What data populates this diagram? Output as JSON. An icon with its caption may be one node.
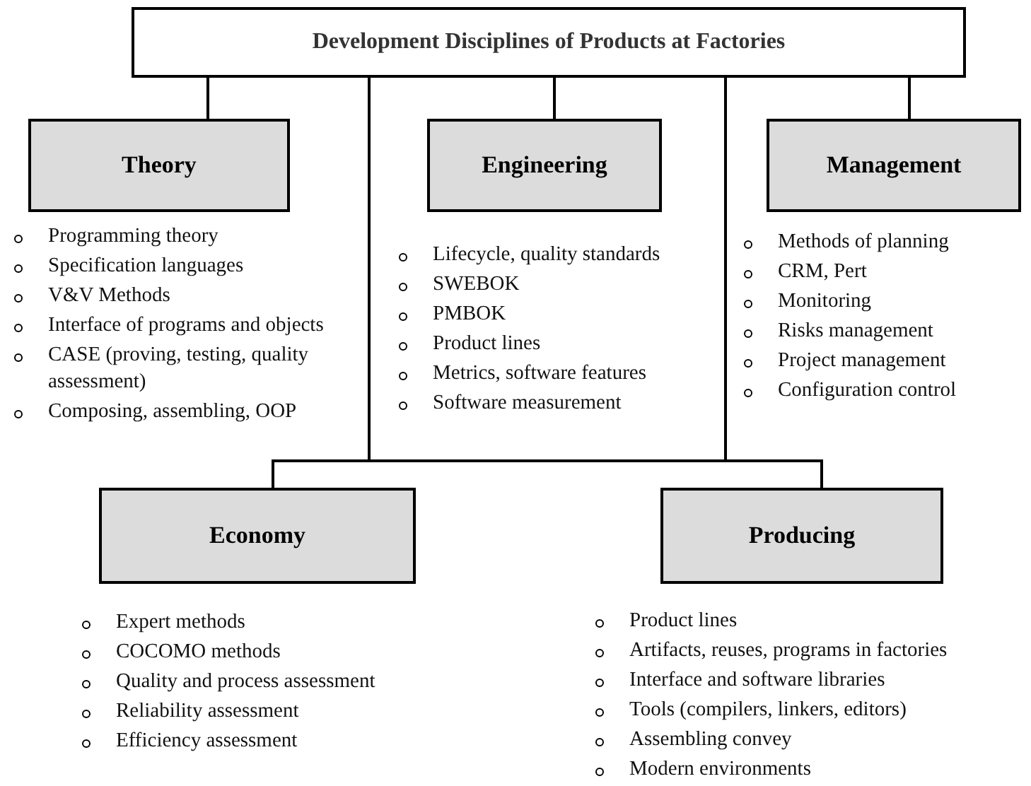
{
  "diagram": {
    "nodes": [
      {
        "text": [
          "Development Disciplines  of Products at Factories"
        ]
      },
      {
        "text": [
          "Theory"
        ],
        "beside": [
          "Programming theory",
          "Specification languages",
          "V&V Methods",
          "Interface of programs and objects",
          "CASE (proving, testing, quality assessment)",
          "Composing, assembling, OOP"
        ]
      },
      {
        "text": [
          "Engineering"
        ],
        "beside": [
          "Lifecycle, quality standards",
          "SWEBOK",
          "PMBOK",
          "Product lines",
          "Metrics, software features",
          "Software measurement"
        ]
      },
      {
        "text": [
          "Management"
        ],
        "beside": [
          "Methods of planning",
          "CRM, Pert",
          "Monitoring",
          "Risks management",
          "Project management",
          "Configuration control"
        ]
      },
      {
        "text": [
          "Economy"
        ],
        "beside": [
          "Expert methods",
          "COCOMO methods",
          "Quality and process assessment",
          "Reliability assessment",
          "Efficiency assessment"
        ]
      },
      {
        "text": [
          "Producing"
        ],
        "beside": [
          "Product lines",
          "Artifacts, reuses, programs in factories",
          "Interface and software libraries",
          "Tools (compilers, linkers, editors)",
          "Assembling convey",
          "Modern environments"
        ]
      }
    ],
    "edges": [
      {
        "from": 0,
        "to": 1,
        "arrow": "none"
      },
      {
        "from": 0,
        "to": 2,
        "arrow": "none"
      },
      {
        "from": 0,
        "to": 3,
        "arrow": "none"
      },
      {
        "from": 0,
        "to": 4,
        "arrow": "none"
      },
      {
        "from": 0,
        "to": 5,
        "arrow": "none"
      }
    ]
  }
}
